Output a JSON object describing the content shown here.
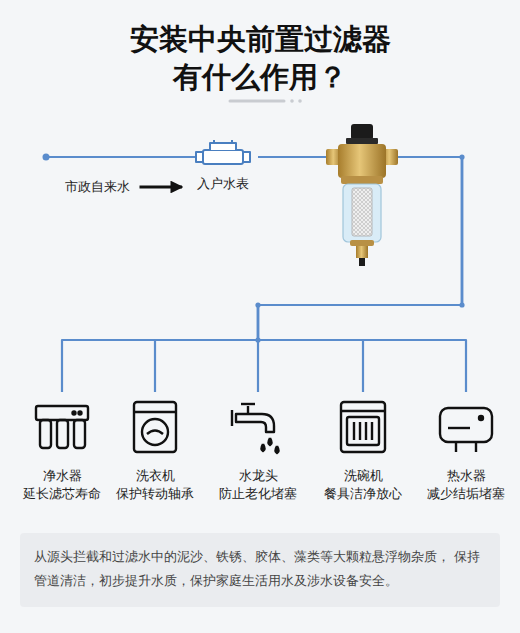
{
  "diagram": {
    "title": "安装中央前置过滤器 有什么作用？",
    "caption": "从源头拦截和过滤水中的泥沙、铁锈、胶体、藻类等大颗粒悬浮物杂质， 保持管道清洁，初步提升水质，保护家庭生活用水及涉水设备安全。",
    "nodes": [
      {
        "text": [
          "市政自来水"
        ]
      },
      {
        "text": [
          "入户水表"
        ]
      },
      {
        "text": [
          "净水器",
          "延长滤芯寿命"
        ]
      },
      {
        "text": [
          "洗衣机",
          "保护转动轴承"
        ]
      },
      {
        "text": [
          "水龙头",
          "防止老化堵塞"
        ]
      },
      {
        "text": [
          "洗碗机",
          "餐具洁净放心"
        ]
      },
      {
        "text": [
          "热水器",
          "减少结垢堵塞"
        ]
      }
    ],
    "edges": [
      {
        "from": 0,
        "to": 1,
        "arrow": "to"
      },
      {
        "from": 1,
        "to": 2,
        "arrow": "none"
      },
      {
        "from": 1,
        "to": 3,
        "arrow": "none"
      },
      {
        "from": 1,
        "to": 4,
        "arrow": "none"
      },
      {
        "from": 1,
        "to": 5,
        "arrow": "none"
      },
      {
        "from": 1,
        "to": 6,
        "arrow": "none"
      }
    ]
  }
}
